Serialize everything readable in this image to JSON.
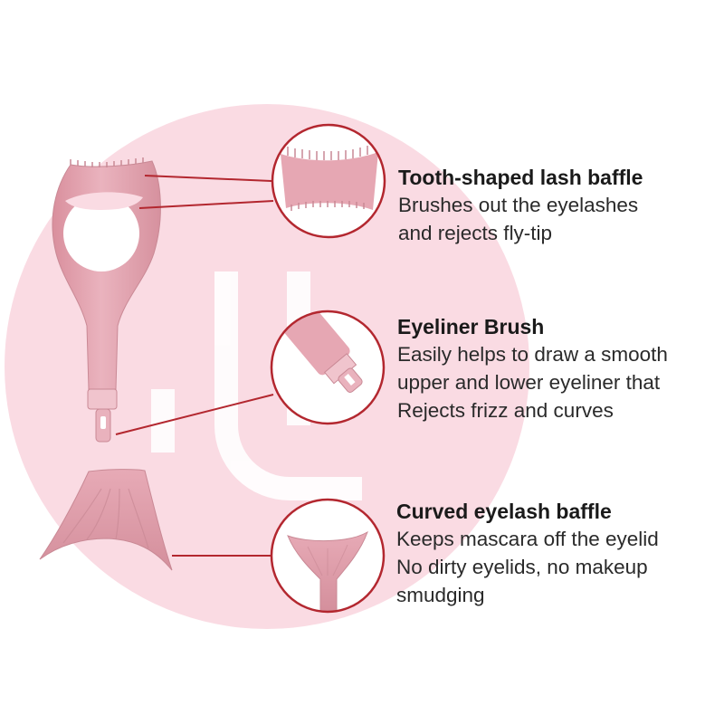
{
  "features": [
    {
      "title": "Tooth-shaped lash baffle",
      "lines": [
        "Brushes out the eyelashes",
        "and rejects fly-tip"
      ]
    },
    {
      "title": "Eyeliner Brush",
      "lines": [
        "Easily helps to draw a smooth",
        "upper and lower eyeliner that",
        "Rejects frizz and curves"
      ]
    },
    {
      "title": "Curved eyelash baffle",
      "lines": [
        "Keeps mascara off the eyelid",
        "No dirty eyelids, no makeup",
        "smudging"
      ]
    }
  ],
  "colors": {
    "background_blob": "#fadbe3",
    "product_pink": "#e6a7b3",
    "product_shadow": "#c98995",
    "callout_line": "#b3272f",
    "watermark": "#ffffff"
  }
}
